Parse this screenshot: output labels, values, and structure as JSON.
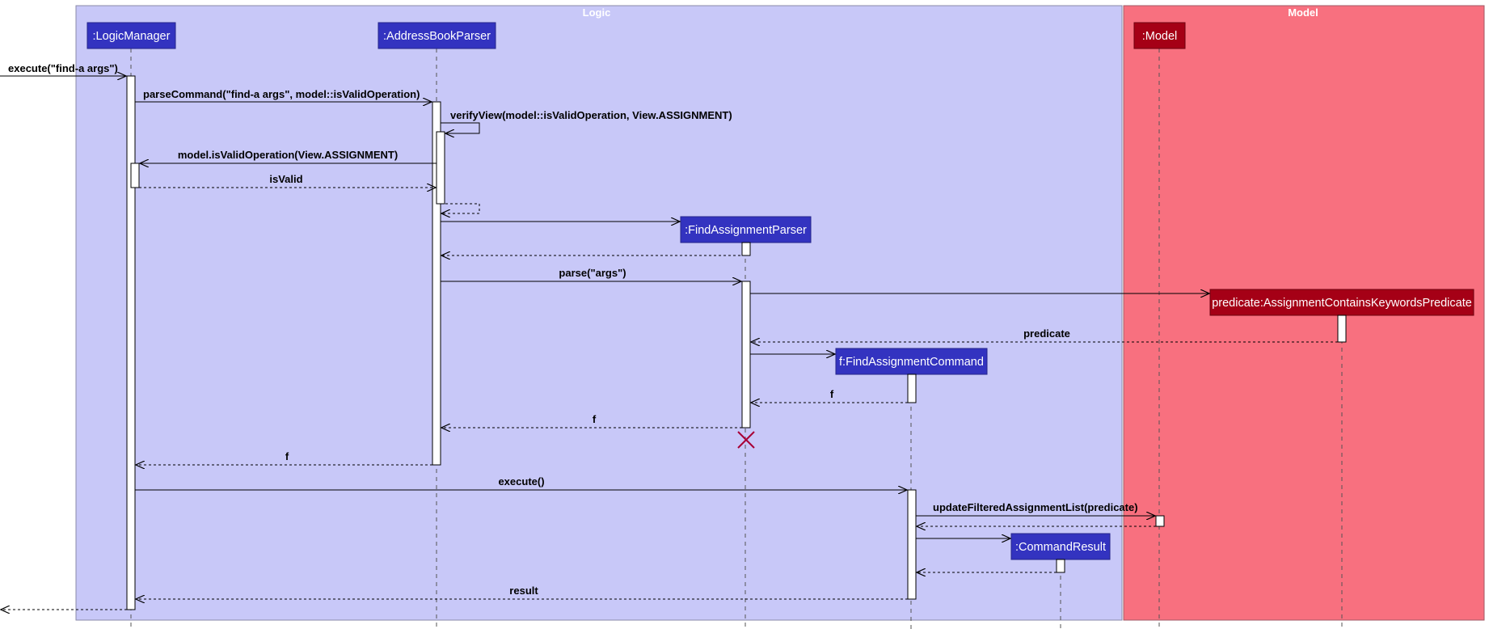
{
  "colors": {
    "logic_group_fill": "#c8c8f8",
    "model_group_fill": "#f8707f",
    "logic_participant": "#3333c0",
    "model_participant": "#a50016",
    "destroy_mark": "#a80036"
  },
  "groups": {
    "logic": {
      "title": "Logic"
    },
    "model": {
      "title": "Model"
    }
  },
  "participants": {
    "logic_manager": ":LogicManager",
    "address_book_parser": ":AddressBookParser",
    "find_assignment_parser": ":FindAssignmentParser",
    "find_assignment_command": "f:FindAssignmentCommand",
    "command_result": ":CommandResult",
    "model": ":Model",
    "predicate": "predicate:AssignmentContainsKeywordsPredicate"
  },
  "messages": {
    "execute_find": "execute(\"find-a args\")",
    "parse_command": "parseCommand(\"find-a args\", model::isValidOperation)",
    "verify_view": "verifyView(model::isValidOperation, View.ASSIGNMENT)",
    "is_valid_operation": "model.isValidOperation(View.ASSIGNMENT)",
    "is_valid": "isValid",
    "parse_args": "parse(\"args\")",
    "predicate_return": "predicate",
    "f_return_1": "f",
    "f_return_2": "f",
    "f_return_3": "f",
    "execute": "execute()",
    "update_filtered": "updateFilteredAssignmentList(predicate)",
    "result": "result"
  }
}
